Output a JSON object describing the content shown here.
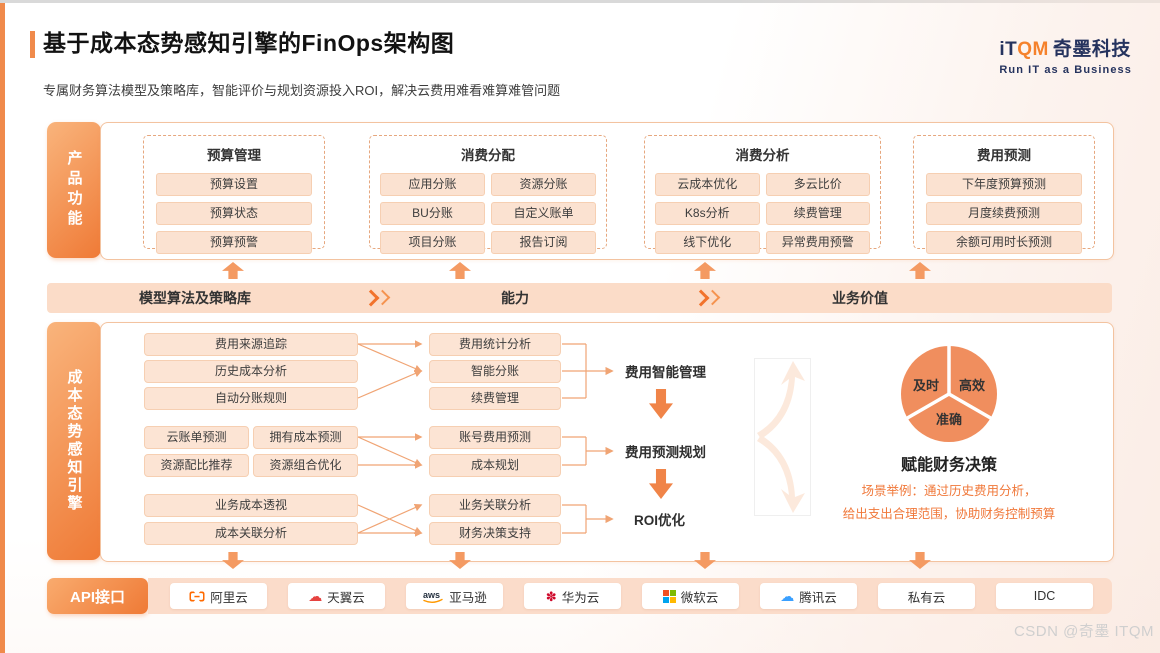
{
  "page": {
    "title": "基于成本态势感知引擎的FinOps架构图",
    "subtitle": "专属财务算法模型及策略库，智能评价与规划资源投入ROI，解决云费用难看难算难管问题",
    "watermark": "CSDN @奇墨 ITQM"
  },
  "logo": {
    "mark_it": "iT",
    "mark_qm": "QM",
    "name": "奇墨科技",
    "tagline": "Run IT as a Business"
  },
  "colors": {
    "primary": "#ef7a36",
    "pill_bg": "#fbe2d1",
    "band_bg": "#fbdcc8",
    "scenario_text": "#f0783a",
    "pie_fill": "#f08e5e"
  },
  "product": {
    "tab": "产品功能",
    "groups": [
      {
        "title": "预算管理",
        "items": [
          "预算设置",
          "预算状态",
          "预算预警"
        ]
      },
      {
        "title": "消费分配",
        "items": [
          "应用分账",
          "资源分账",
          "BU分账",
          "自定义账单",
          "项目分账",
          "报告订阅"
        ]
      },
      {
        "title": "消费分析",
        "items": [
          "云成本优化",
          "多云比价",
          "K8s分析",
          "续费管理",
          "线下优化",
          "异常费用预警"
        ]
      },
      {
        "title": "费用预测",
        "items": [
          "下年度预算预测",
          "月度续费预测",
          "余额可用时长预测"
        ]
      }
    ]
  },
  "band": {
    "left": "模型算法及策略库",
    "middle": "能力",
    "right": "业务价值"
  },
  "engine": {
    "tab": "成本态势感知引擎",
    "groups": [
      {
        "left": [
          "费用来源追踪",
          "历史成本分析",
          "自动分账规则"
        ],
        "right": [
          "费用统计分析",
          "智能分账",
          "续费管理"
        ],
        "label": "费用智能管理"
      },
      {
        "left": [
          "云账单预测",
          "拥有成本预测",
          "资源配比推荐",
          "资源组合优化"
        ],
        "right": [
          "账号费用预测",
          "成本规划"
        ],
        "label": "费用预测规划"
      },
      {
        "left": [
          "业务成本透视",
          "成本关联分析"
        ],
        "right": [
          "业务关联分析",
          "财务决策支持"
        ],
        "label": "ROI优化"
      }
    ],
    "outcome": {
      "pie": [
        "及时",
        "高效",
        "准确"
      ],
      "title": "赋能财务决策",
      "desc1": "场景举例：通过历史费用分析，",
      "desc2": "给出支出合理范围，协助财务控制预算"
    }
  },
  "api": {
    "tab": "API接口",
    "providers": [
      {
        "name": "阿里云",
        "icon": "alibaba-cloud-icon"
      },
      {
        "name": "天翼云",
        "icon": "ctyun-cloud-icon"
      },
      {
        "name": "亚马逊",
        "icon": "aws-icon"
      },
      {
        "name": "华为云",
        "icon": "huawei-icon"
      },
      {
        "name": "微软云",
        "icon": "microsoft-icon"
      },
      {
        "name": "腾讯云",
        "icon": "tencent-cloud-icon"
      },
      {
        "name": "私有云",
        "icon": ""
      },
      {
        "name": "IDC",
        "icon": ""
      }
    ]
  }
}
